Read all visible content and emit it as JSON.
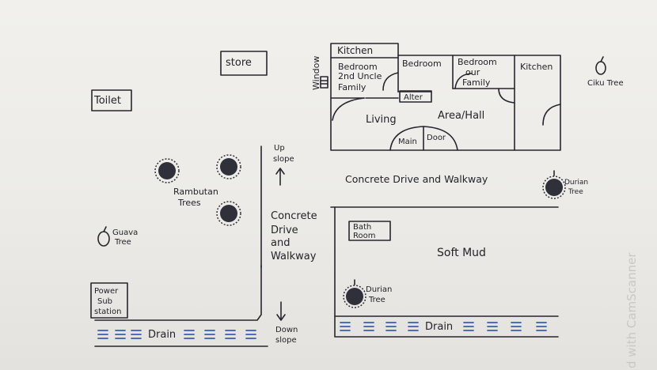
{
  "labels": {
    "toilet": "Toilet",
    "store": "store",
    "window": "Window",
    "kitchen_top": "Kitchen",
    "bedroom_2nd_uncle_line1": "Bedroom",
    "bedroom_2nd_uncle_line2": "2nd Uncle",
    "bedroom_2nd_uncle_line3": "Family",
    "bedroom_middle": "Bedroom",
    "bedroom_our_line1": "Bedroom",
    "bedroom_our_line2": "our",
    "bedroom_our_line3": "Family",
    "kitchen_right": "Kitchen",
    "ciku_tree": "Ciku Tree",
    "alter": "Alter",
    "living": "Living",
    "area_hall": "Area/Hall",
    "main": "Main",
    "door": "Door",
    "up_slope_line1": "Up",
    "up_slope_line2": "slope",
    "concrete_drive_walkway_top": "Concrete Drive and Walkway",
    "durian_tree_right_line1": "Durian",
    "durian_tree_right_line2": "Tree",
    "rambutan_line1": "Rambutan",
    "rambutan_line2": "Trees",
    "concrete_left_line1": "Concrete",
    "concrete_left_line2": "Drive",
    "concrete_left_line3": "and",
    "concrete_left_line4": "Walkway",
    "guava_line1": "Guava",
    "guava_line2": "Tree",
    "bathroom_line1": "Bath",
    "bathroom_line2": "Room",
    "soft_mud": "Soft Mud",
    "durian_tree_bottom_line1": "Durian",
    "durian_tree_bottom_line2": "Tree",
    "power_line1": "Power",
    "power_line2": "Sub",
    "power_line3": "station",
    "drain_left": "Drain",
    "drain_right": "Drain",
    "down_slope_line1": "Down",
    "down_slope_line2": "slope",
    "watermark": "d with CamScanner"
  },
  "colors": {
    "paper": "#eeede9",
    "ink": "#26262e",
    "drain_blue": "#3a5db0"
  }
}
